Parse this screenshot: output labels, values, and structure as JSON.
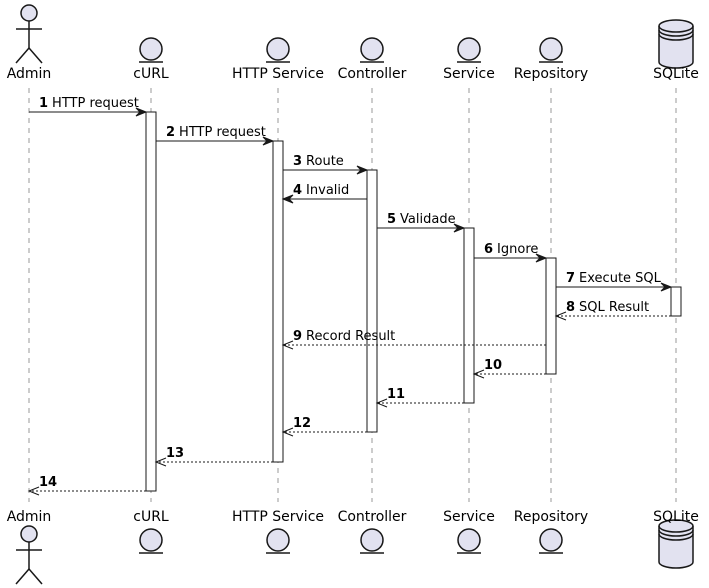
{
  "participants": [
    {
      "id": "admin",
      "name": "Admin",
      "kind": "actor"
    },
    {
      "id": "curl",
      "name": "cURL",
      "kind": "entity"
    },
    {
      "id": "http",
      "name": "HTTP Service",
      "kind": "entity"
    },
    {
      "id": "controller",
      "name": "Controller",
      "kind": "entity"
    },
    {
      "id": "service",
      "name": "Service",
      "kind": "entity"
    },
    {
      "id": "repository",
      "name": "Repository",
      "kind": "entity"
    },
    {
      "id": "sqlite",
      "name": "SQLite",
      "kind": "database"
    }
  ],
  "messages": [
    {
      "num": "1",
      "text": "HTTP request",
      "from": "admin",
      "to": "curl",
      "style": "solid"
    },
    {
      "num": "2",
      "text": "HTTP request",
      "from": "curl",
      "to": "http",
      "style": "solid"
    },
    {
      "num": "3",
      "text": "Route",
      "from": "http",
      "to": "controller",
      "style": "solid"
    },
    {
      "num": "4",
      "text": "Invalid",
      "from": "controller",
      "to": "http",
      "style": "solid"
    },
    {
      "num": "5",
      "text": "Validade",
      "from": "controller",
      "to": "service",
      "style": "solid"
    },
    {
      "num": "6",
      "text": "Ignore",
      "from": "service",
      "to": "repository",
      "style": "solid"
    },
    {
      "num": "7",
      "text": "Execute SQL",
      "from": "repository",
      "to": "sqlite",
      "style": "solid"
    },
    {
      "num": "8",
      "text": "SQL Result",
      "from": "sqlite",
      "to": "repository",
      "style": "dashed"
    },
    {
      "num": "9",
      "text": "Record Result",
      "from": "repository",
      "to": "http",
      "style": "dashed"
    },
    {
      "num": "10",
      "text": "",
      "from": "repository",
      "to": "service",
      "style": "dashed"
    },
    {
      "num": "11",
      "text": "",
      "from": "service",
      "to": "controller",
      "style": "dashed"
    },
    {
      "num": "12",
      "text": "",
      "from": "controller",
      "to": "http",
      "style": "dashed"
    },
    {
      "num": "13",
      "text": "",
      "from": "http",
      "to": "curl",
      "style": "dashed"
    },
    {
      "num": "14",
      "text": "",
      "from": "curl",
      "to": "admin",
      "style": "dashed"
    }
  ],
  "colors": {
    "participant_fill": "#E2E2F0",
    "stroke": "#181818",
    "lifeline": "#999999"
  }
}
